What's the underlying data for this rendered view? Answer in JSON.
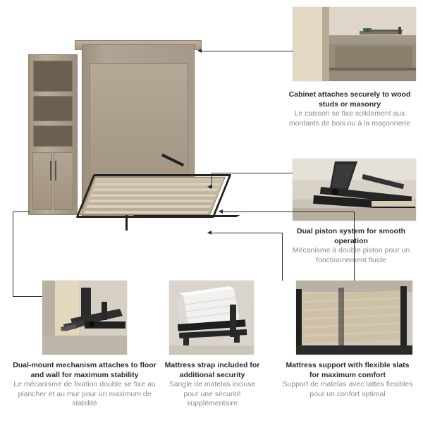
{
  "page": {
    "title": "Murphy bed cabinet feature callouts",
    "background_color": "#ffffff",
    "text_color_en": "#2b2b2b",
    "text_color_fr": "#8c8c8c"
  },
  "callouts": [
    {
      "id": "cabinet-attaches",
      "en": "Cabinet attaches securely to wood studs or masonry",
      "fr": "Le caisson se fixe solidement aux montants de bois ou à la maçonnerie",
      "position": "top-right"
    },
    {
      "id": "dual-piston",
      "en": "Dual piston system for smooth operation",
      "fr": "Mécanisme à double piston pour un fonctionnement fluide",
      "position": "middle-right"
    },
    {
      "id": "dual-mount",
      "en": "Dual-mount mechanism attaches to floor and wall for maximum stability",
      "fr": "Le mécanisme de fixation double se fixe au plancher et au mur pour un maximum de stabilité",
      "position": "bottom-left"
    },
    {
      "id": "mattress-strap",
      "en": "Mattress strap included for additional security",
      "fr": "Sangle de matelas incluse pour une sécurité supplémentaire",
      "position": "bottom-center"
    },
    {
      "id": "mattress-support",
      "en": "Mattress support with flexible slats for maximum comfort",
      "fr": "Support de matelas avec lattes flexibles pour un confort optimal",
      "position": "bottom-right"
    }
  ],
  "photos": [
    {
      "id": "photo-cabinet-mount",
      "alt": "Close-up of cabinet top rail fastened to wall with screw"
    },
    {
      "id": "photo-piston",
      "alt": "Close-up of black dual piston hardware on bed frame"
    },
    {
      "id": "photo-dual-mount",
      "alt": "Close-up of dual-mount bracket anchored to floor and wall"
    },
    {
      "id": "photo-mattress-strap",
      "alt": "Close-up of white mattress held by black strap"
    },
    {
      "id": "photo-slats",
      "alt": "Close-up of wooden flexible slats on black metal bed frame"
    }
  ],
  "illustration": {
    "id": "murphy-bed-illustration",
    "alt": "Queen Murphy bed cabinet with side storage tower, bed folded open",
    "wood_color": "#a99b8c",
    "metal_color": "#222222"
  }
}
